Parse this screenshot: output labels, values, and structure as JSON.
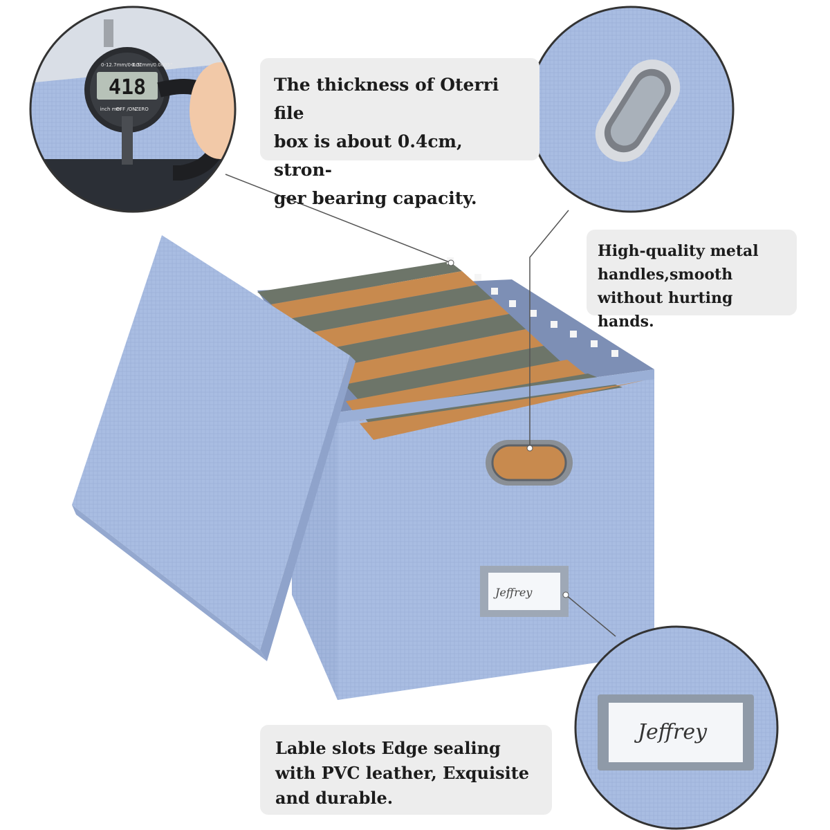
{
  "callouts": {
    "thickness": "The thickness of Oterri file\nbox is about 0.4cm, stron-\nger bearing capacity.",
    "handles": "High-quality metal\nhandles,smooth\nwithout hurting hands.",
    "label_slots": "Lable slots Edge sealing\nwith PVC leather, Exquisite\nand durable."
  },
  "gauge": {
    "reading": "418",
    "spec_left": "0-12.7mm/0-0.5\"",
    "spec_right": "0.01mm/0.0005\"",
    "btn_unit": "inch mm",
    "btn_off": "OFF /ON",
    "btn_zero": "ZERO"
  },
  "label_card": {
    "name": "Jeffrey"
  },
  "colors": {
    "box_blue": "#a8bce0",
    "box_blue_dark": "#8fa5cf",
    "folder_orange": "#c98a4f",
    "folder_green": "#6b7367",
    "callout_bg": "#ededed"
  }
}
